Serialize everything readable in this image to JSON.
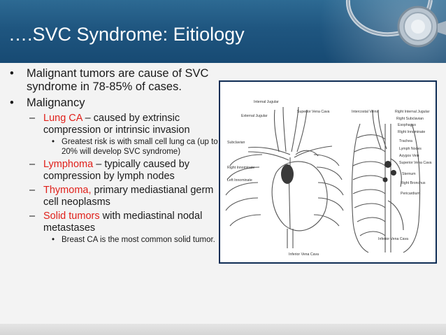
{
  "slide": {
    "title": "….SVC Syndrome: Eitiology",
    "bullets": {
      "b1": "Malignant tumors are cause of SVC syndrome in 78-85% of cases.",
      "b2": "Malignancy",
      "lung_label": "Lung CA",
      "lung_text": " – caused by extrinsic compression or intrinsic invasion",
      "lung_sub": "Greatest risk is with small cell lung ca (up to 20% will develop SVC syndrome)",
      "lymph_label": "Lymphoma",
      "lymph_text": " – typically caused by compression by lymph nodes",
      "thymoma_label": "Thymoma,",
      "thymoma_text": " primary mediastianal germ cell neoplasms",
      "solid_label": "Solid tumors",
      "solid_text": " with mediastinal nodal metastases",
      "solid_sub": "Breast CA is the most common solid tumor."
    }
  },
  "figure": {
    "labels_left": {
      "internal_jugular": "Internal Jugular",
      "external_jugular": "External Jugular",
      "subclavian": "Subclavian",
      "right_innominate": "Right Innominate",
      "left_innominate": "Left Innominate",
      "inferior_vena_cava": "Inferior Vena Cava",
      "superior_vena_cava": "Superior Vena Cava"
    },
    "labels_right": {
      "intercostal_veins": "Intercostal Veins",
      "right_internal_jugular": "Right Internal Jugular",
      "right_subclavian": "Right Subclavian",
      "esophagus": "Esophagus",
      "right_innominate": "Right Innominate",
      "trachea": "Trachea",
      "lymph_nodes": "Lymph Nodes",
      "azygos_vein": "Azygos Vein",
      "superior_vena_cava": "Superior Vena Cava",
      "sternum": "Sternum",
      "right_bronchus": "Right Bronchus",
      "pericardium": "Pericardium",
      "inferior_vena_cava": "Inferior Vena Cava"
    }
  }
}
